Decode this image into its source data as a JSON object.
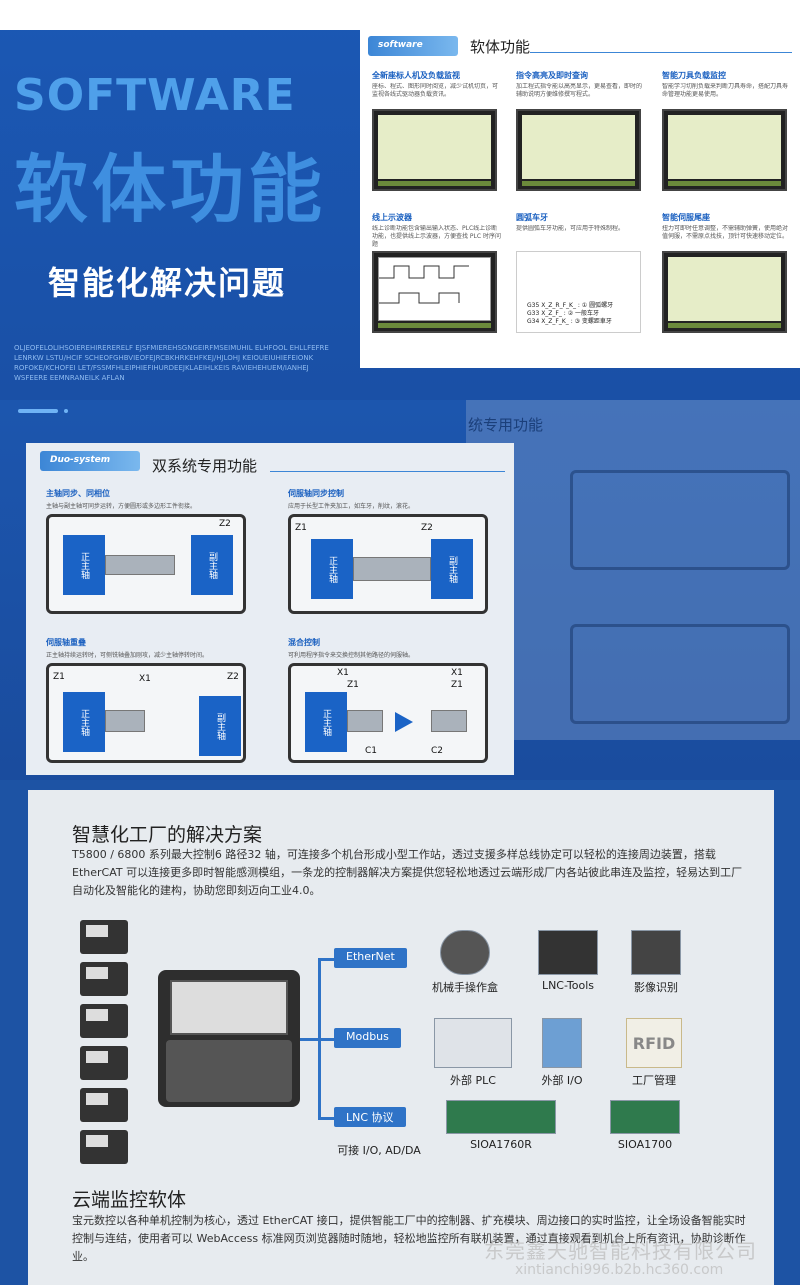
{
  "hero": {
    "en": "SOFTWARE",
    "cn": "软体功能",
    "sub": "智能化解决问题",
    "small": "OLJEOFELOLIHSOIEREHIRERERELF EJSFMIEREHSGNGEIRFMSEIMUHIL ELHFOOL EHLLFEFRE LENRKW LSTU/HCIF SCHEOFGHBVIEOFEJRCBKHRKEHFKEJ/HJLOHJ KEIOUEIUHIEFEIONK ROFOKE/KCHOFEI LET/FSSMFHLEIPHIEFIHURDEEJKLAEIHLKEIS RAVIEHEHUEM/IANHEJ WSFEERE EEMNRANEILK AFLAN"
  },
  "card1": {
    "tag": "software",
    "title": "软体功能",
    "features": [
      {
        "title": "全新座标人机及负载监视",
        "desc": "座标、程式、图形同时阅览，减少试机切页，可监视各线式驱动器负载资讯。"
      },
      {
        "title": "指令高亮及即时查询",
        "desc": "加工程式指令能以高亮显示，更易查看，即时的辅助说明方便维修撰写程式。"
      },
      {
        "title": "智能刀具负载监控",
        "desc": "智能学习切削负载来判断刀具寿命，搭配刀具寿命管理功能更易使用。"
      },
      {
        "title": "线上示波器",
        "desc": "线上诊断功能包含输出输入状态、PLC线上诊断功能，也提供线上示波器，方便查找 PLC 时序问题"
      },
      {
        "title": "圆弧车牙",
        "desc": "提供圆弧车牙功能，可应用于特殊制程。"
      },
      {
        "title": "智能伺服尾座",
        "desc": "扭力可即时任意调整，不需辅助弹簧，使用绝对值伺服，不需原点找技，顶针可快速移动定位。"
      }
    ],
    "screen_lines": [
      "G35 X_Z_R_F_K_ : ① 圆弧螺牙",
      "G33 X_Z_F_ : ② 一般车牙",
      "G34 X_Z_F_K_ : ③ 变螺距車牙"
    ]
  },
  "card2": {
    "tag": "Duo-system",
    "title": "双系统专用功能",
    "panes": [
      {
        "title": "主轴同步、同相位",
        "desc": "主轴与副主轴可同步运转，方便圆形或多边形工件衔接。",
        "left": "正主轴",
        "right": "副主轴",
        "z1": "",
        "z2": "Z2"
      },
      {
        "title": "伺服轴同步控制",
        "desc": "应用于长型工件夹加工，如车牙，削纹，滚花。",
        "left": "正主轴",
        "right": "副主轴",
        "z1": "Z1",
        "z2": "Z2"
      },
      {
        "title": "伺服轴重叠",
        "desc": "正主轴持续运转时，可侧铣轴叠加刚攻，减少主轴停转时间。",
        "left": "正主轴",
        "right": "副主轴",
        "z1": "Z1",
        "z2": "Z2",
        "x1": "X1"
      },
      {
        "title": "混合控制",
        "desc": "可利用程序指令来交换控制其他路径的伺服轴。",
        "left": "正主轴",
        "right": "",
        "z1": "Z1",
        "z2": "Z1",
        "x1": "X1",
        "x2": "X1",
        "c1": "C1",
        "c2": "C2"
      }
    ]
  },
  "ghost": {
    "title": "统专用功能"
  },
  "card3": {
    "title": "智慧化工厂的解决方案",
    "text": "T5800 / 6800 系列最大控制6 路径32 轴，可连接多个机台形成小型工作站，透过支援多样总线协定可以轻松的连接周边装置，搭载EtherCAT  可以连接更多即时智能感测模组，一条龙的控制器解决方案提供您轻松地透过云端形成厂内各站彼此串连及监控，轻易达到工厂自动化及智能化的建构，协助您即刻迈向工业4.0。",
    "buses": [
      "EtherNet",
      "Modbus",
      "LNC 协议"
    ],
    "devices": [
      {
        "label": "机械手操作盒"
      },
      {
        "label": "LNC-Tools"
      },
      {
        "label": "影像识别"
      },
      {
        "label": "外部 PLC"
      },
      {
        "label": "外部 I/O"
      },
      {
        "label": "工厂管理"
      },
      {
        "label": "可接 I/O, AD/DA"
      },
      {
        "label": "SIOA1760R"
      },
      {
        "label": "SIOA1700"
      }
    ],
    "rfid": "RFID",
    "title2": "云端监控软体",
    "text2": "宝元数控以各种单机控制为核心，透过  EtherCAT  接口，提供智能工厂中的控制器、扩充模块、周边接口的实时监控，让全场设备智能实时控制与连结，使用者可以  WebAccess  标准网页浏览器随时随地，轻松地监控所有联机装置，通过直接观看到机台上所有资讯，协助诊断作业。"
  },
  "watermark": {
    "line1": "东莞鑫天驰智能科技有限公司",
    "line2": "xintianchi996.b2b.hc360.com"
  }
}
